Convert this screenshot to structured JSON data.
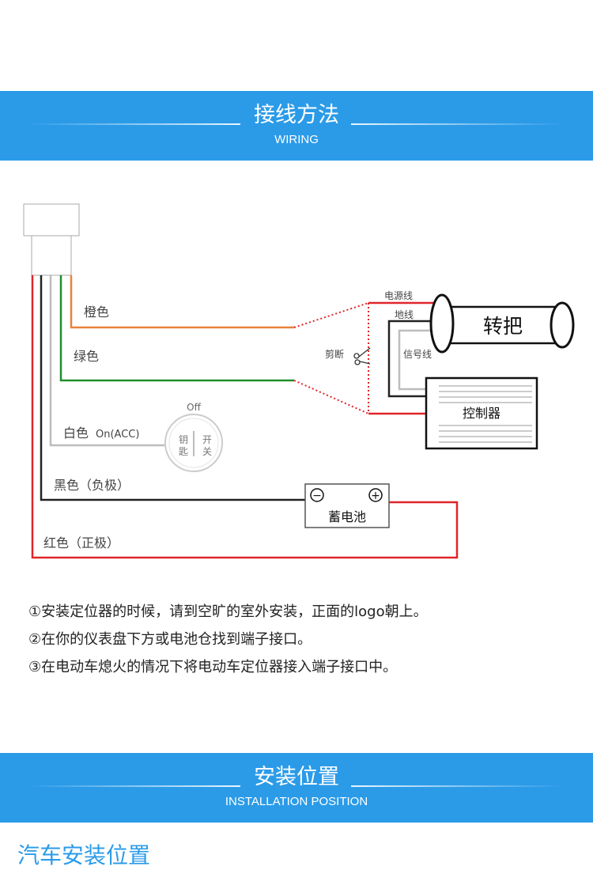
{
  "wiring_section": {
    "title": "接线方法",
    "subtitle": "WIRING"
  },
  "diagram": {
    "wire_orange": "橙色",
    "wire_green": "绿色",
    "wire_white": "白色",
    "wire_white_suffix": "On(ACC)",
    "wire_black": "黑色（负极）",
    "wire_red": "红色（正极）",
    "switch_off": "Off",
    "switch_key_1": "钥",
    "switch_key_2": "匙",
    "switch_on_1": "开",
    "switch_on_2": "关",
    "cut_label": "剪断",
    "power_line": "电源线",
    "ground_line": "地线",
    "signal_line": "信号线",
    "handlebar": "转把",
    "controller": "控制器",
    "battery": "蓄电池",
    "battery_minus": "−",
    "battery_plus": "+",
    "colors": {
      "orange": "#e8823a",
      "green": "#1e8f2e",
      "white_wire": "#bdbdbd",
      "black": "#222222",
      "red": "#e0252a"
    }
  },
  "notes": [
    "①安装定位器的时候，请到空旷的室外安装，正面的logo朝上。",
    "②在你的仪表盘下方或电池仓找到端子接口。",
    "③在电动车熄火的情况下将电动车定位器接入端子接口中。"
  ],
  "install_section": {
    "title": "安装位置",
    "subtitle": "INSTALLATION POSITION"
  },
  "bottom_heading": "汽车安装位置"
}
